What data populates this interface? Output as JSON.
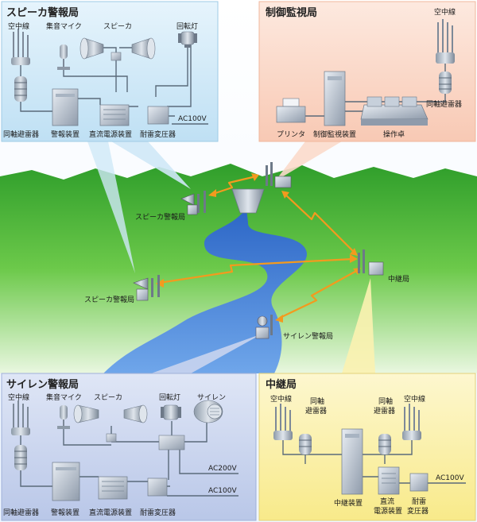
{
  "speaker_station": {
    "title": "スピーカ警報局",
    "labels": {
      "antenna": "空中線",
      "mic": "集音マイク",
      "speaker": "スピーカ",
      "beacon": "回転灯",
      "arrester": "同軸避雷器",
      "alarm": "警報装置",
      "dc_power": "直流電源装置",
      "transformer": "耐雷変圧器",
      "ac": "AC100V"
    }
  },
  "control_station": {
    "title": "制御監視局",
    "labels": {
      "antenna": "空中線",
      "arrester": "同軸避雷器",
      "printer": "プリンタ",
      "monitor": "制御監視装置",
      "console": "操作卓"
    }
  },
  "siren_station": {
    "title": "サイレン警報局",
    "labels": {
      "antenna": "空中線",
      "mic": "集音マイク",
      "speaker": "スピーカ",
      "beacon": "回転灯",
      "siren": "サイレン",
      "arrester": "同軸避雷器",
      "alarm": "警報装置",
      "dc_power": "直流電源装置",
      "transformer": "耐雷変圧器",
      "ac200": "AC200V",
      "ac100": "AC100V"
    }
  },
  "relay_station": {
    "title": "中継局",
    "labels": {
      "antenna_left": "空中線",
      "antenna_right": "空中線",
      "arrester_left": "同軸\n避雷器",
      "arrester_right": "同軸\n避雷器",
      "relay_unit": "中継装置",
      "dc_power": "直流\n電源装置",
      "transformer": "耐雷\n変圧器",
      "ac": "AC100V"
    }
  },
  "map": {
    "speaker_station_1": "スピーカ警報局",
    "speaker_station_2": "スピーカ警報局",
    "relay_station": "中継局",
    "siren_station": "サイレン警報局"
  },
  "colors": {
    "speaker_panel": "#cfe8f7",
    "control_panel": "#fbdacb",
    "siren_panel": "#c9d4ee",
    "relay_panel": "#fbf2b0",
    "grass": "#3fb13a",
    "river": "#3a7fd8",
    "radio_link": "#f39a1e"
  }
}
